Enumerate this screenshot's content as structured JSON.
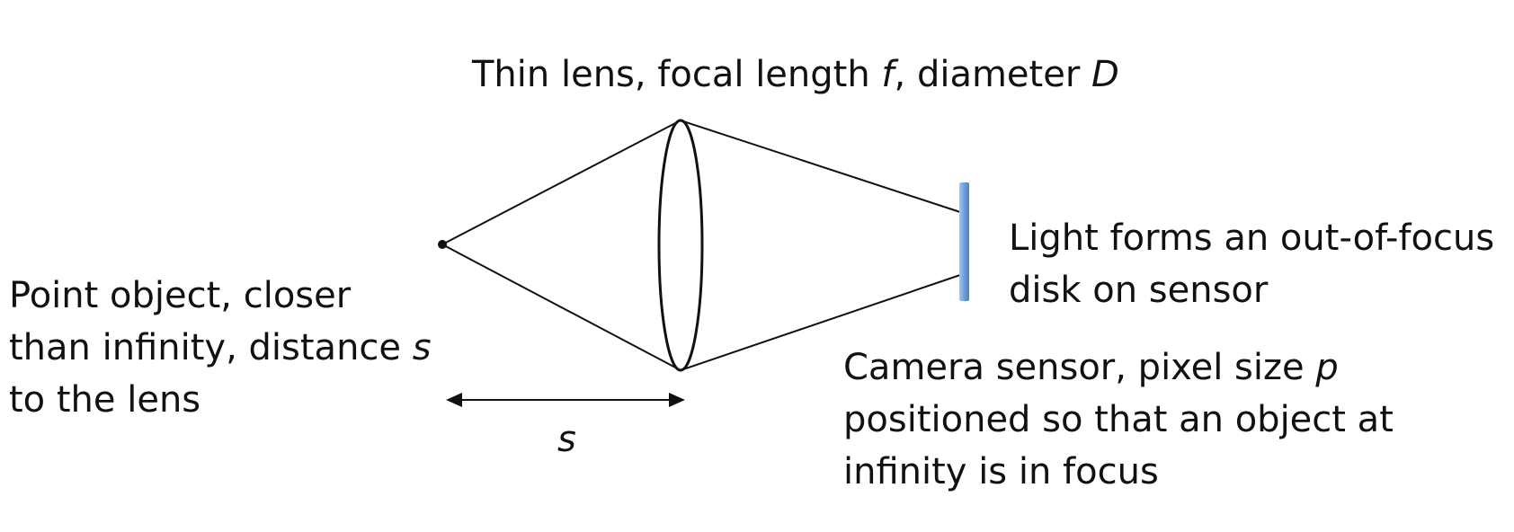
{
  "title": {
    "pre": "Thin lens, focal length ",
    "f": "f",
    "mid": ", diameter ",
    "d": "D"
  },
  "object_label": {
    "line1": "Point object, closer",
    "line2_pre": "than infinity, distance ",
    "line2_var": "s",
    "line3": "to the lens"
  },
  "light_label": {
    "line1": "Light forms an out-of-focus",
    "line2": "disk on sensor"
  },
  "camera_label": {
    "line1_pre": "Camera sensor, pixel size ",
    "line1_var": "p",
    "line2": "positioned so that an object at",
    "line3": "infinity is in focus"
  },
  "distance_label": "s",
  "colors": {
    "ink": "#111111",
    "sensor": "#6f9fd8",
    "sensor_edge": "#4f80c4"
  },
  "icons": [
    "point-object-dot",
    "lens-ellipse",
    "sensor-bar",
    "double-arrow"
  ]
}
